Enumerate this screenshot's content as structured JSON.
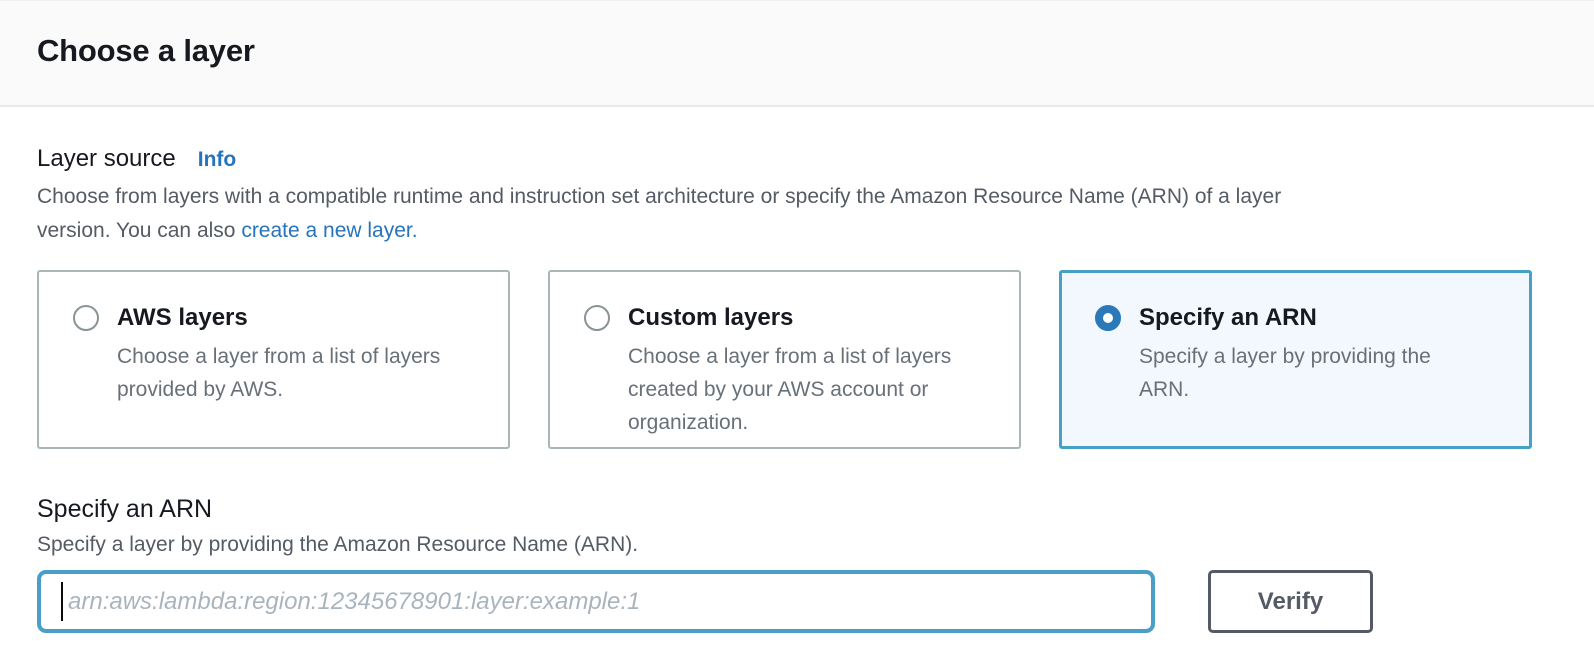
{
  "header": {
    "title": "Choose a layer"
  },
  "layer_source": {
    "label": "Layer source",
    "info_label": "Info",
    "description_line1": "Choose from layers with a compatible runtime and instruction set architecture or specify the Amazon Resource Name (ARN) of a layer",
    "description_line2_prefix": "version. You can also ",
    "create_link_label": "create a new layer."
  },
  "tiles": [
    {
      "title": "AWS layers",
      "description": "Choose a layer from a list of layers provided by AWS.",
      "selected": false
    },
    {
      "title": "Custom layers",
      "description": "Choose a layer from a list of layers created by your AWS account or organization.",
      "selected": false
    },
    {
      "title": "Specify an ARN",
      "description": "Specify a layer by providing the ARN.",
      "selected": true
    }
  ],
  "arn_section": {
    "title": "Specify an ARN",
    "description": "Specify a layer by providing the Amazon Resource Name (ARN).",
    "input_value": "",
    "input_placeholder": "arn:aws:lambda:region:12345678901:layer:example:1",
    "verify_button_label": "Verify"
  },
  "colors": {
    "accent_blue": "#2674bb",
    "selected_border": "#4a9fc7",
    "selected_background": "#f2f8fd",
    "radio_checked": "#2b79b8",
    "header_background": "#fafafa",
    "secondary_text": "#545b64",
    "tile_border": "#aab7b8"
  }
}
